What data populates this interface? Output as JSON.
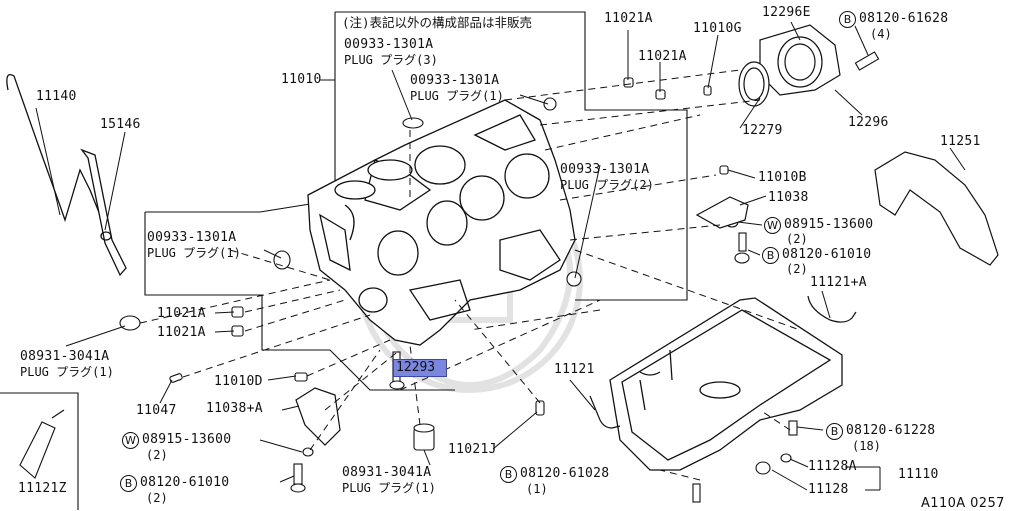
{
  "note": {
    "line1": "(注)表記以外の構成部品は非販売"
  },
  "callouts": {
    "c11010": "11010",
    "c11140": "11140",
    "c15146": "15146",
    "plug3_num": "00933-1301A",
    "plug3_desc": "PLUG プラグ(3)",
    "plug1a_num": "00933-1301A",
    "plug1a_desc": "PLUG プラグ(1)",
    "c11021A_1": "11021A",
    "c11021A_2": "11021A",
    "c11010G": "11010G",
    "c12296E": "12296E",
    "bolt61628": "08120-61628",
    "bolt61628_qty": "(4)",
    "c12279": "12279",
    "c12296": "12296",
    "c11251": "11251",
    "plug2_num": "00933-1301A",
    "plug2_desc": "PLUG プラグ(2)",
    "c11010B": "11010B",
    "c11038": "11038",
    "washer13600_r": "08915-13600",
    "washer13600_r_qty": "(2)",
    "bolt61010_r": "08120-61010",
    "bolt61010_r_qty": "(2)",
    "plug1b_num": "00933-1301A",
    "plug1b_desc": "PLUG プラグ(1)",
    "c11121A": "11121+A",
    "c11021A_3": "11021A",
    "c11021A_4": "11021A",
    "plug3041_l_num": "08931-3041A",
    "plug3041_l_desc": "PLUG プラグ(1)",
    "c12293": "12293",
    "c11010D": "11010D",
    "c11047": "11047",
    "c11038A": "11038+A",
    "c11121": "11121",
    "washer13600_l": "08915-13600",
    "washer13600_l_qty": "(2)",
    "c11021J": "11021J",
    "bolt61228": "08120-61228",
    "bolt61228_qty": "(18)",
    "c11128A": "11128A",
    "c11110": "11110",
    "c11128": "11128",
    "plug3041_b_num": "08931-3041A",
    "plug3041_b_desc": "PLUG プラグ(1)",
    "bolt61028": "08120-61028",
    "bolt61028_qty": "(1)",
    "bolt61010_l": "08120-61010",
    "bolt61010_l_qty": "(2)",
    "c11121Z": "11121Z",
    "ref_code": "A110A 0257"
  },
  "markers": {
    "W": "W",
    "B": "B"
  },
  "colors": {
    "line": "#111111",
    "highlight": "#7b86de",
    "watermark": "#d8d8d8"
  }
}
